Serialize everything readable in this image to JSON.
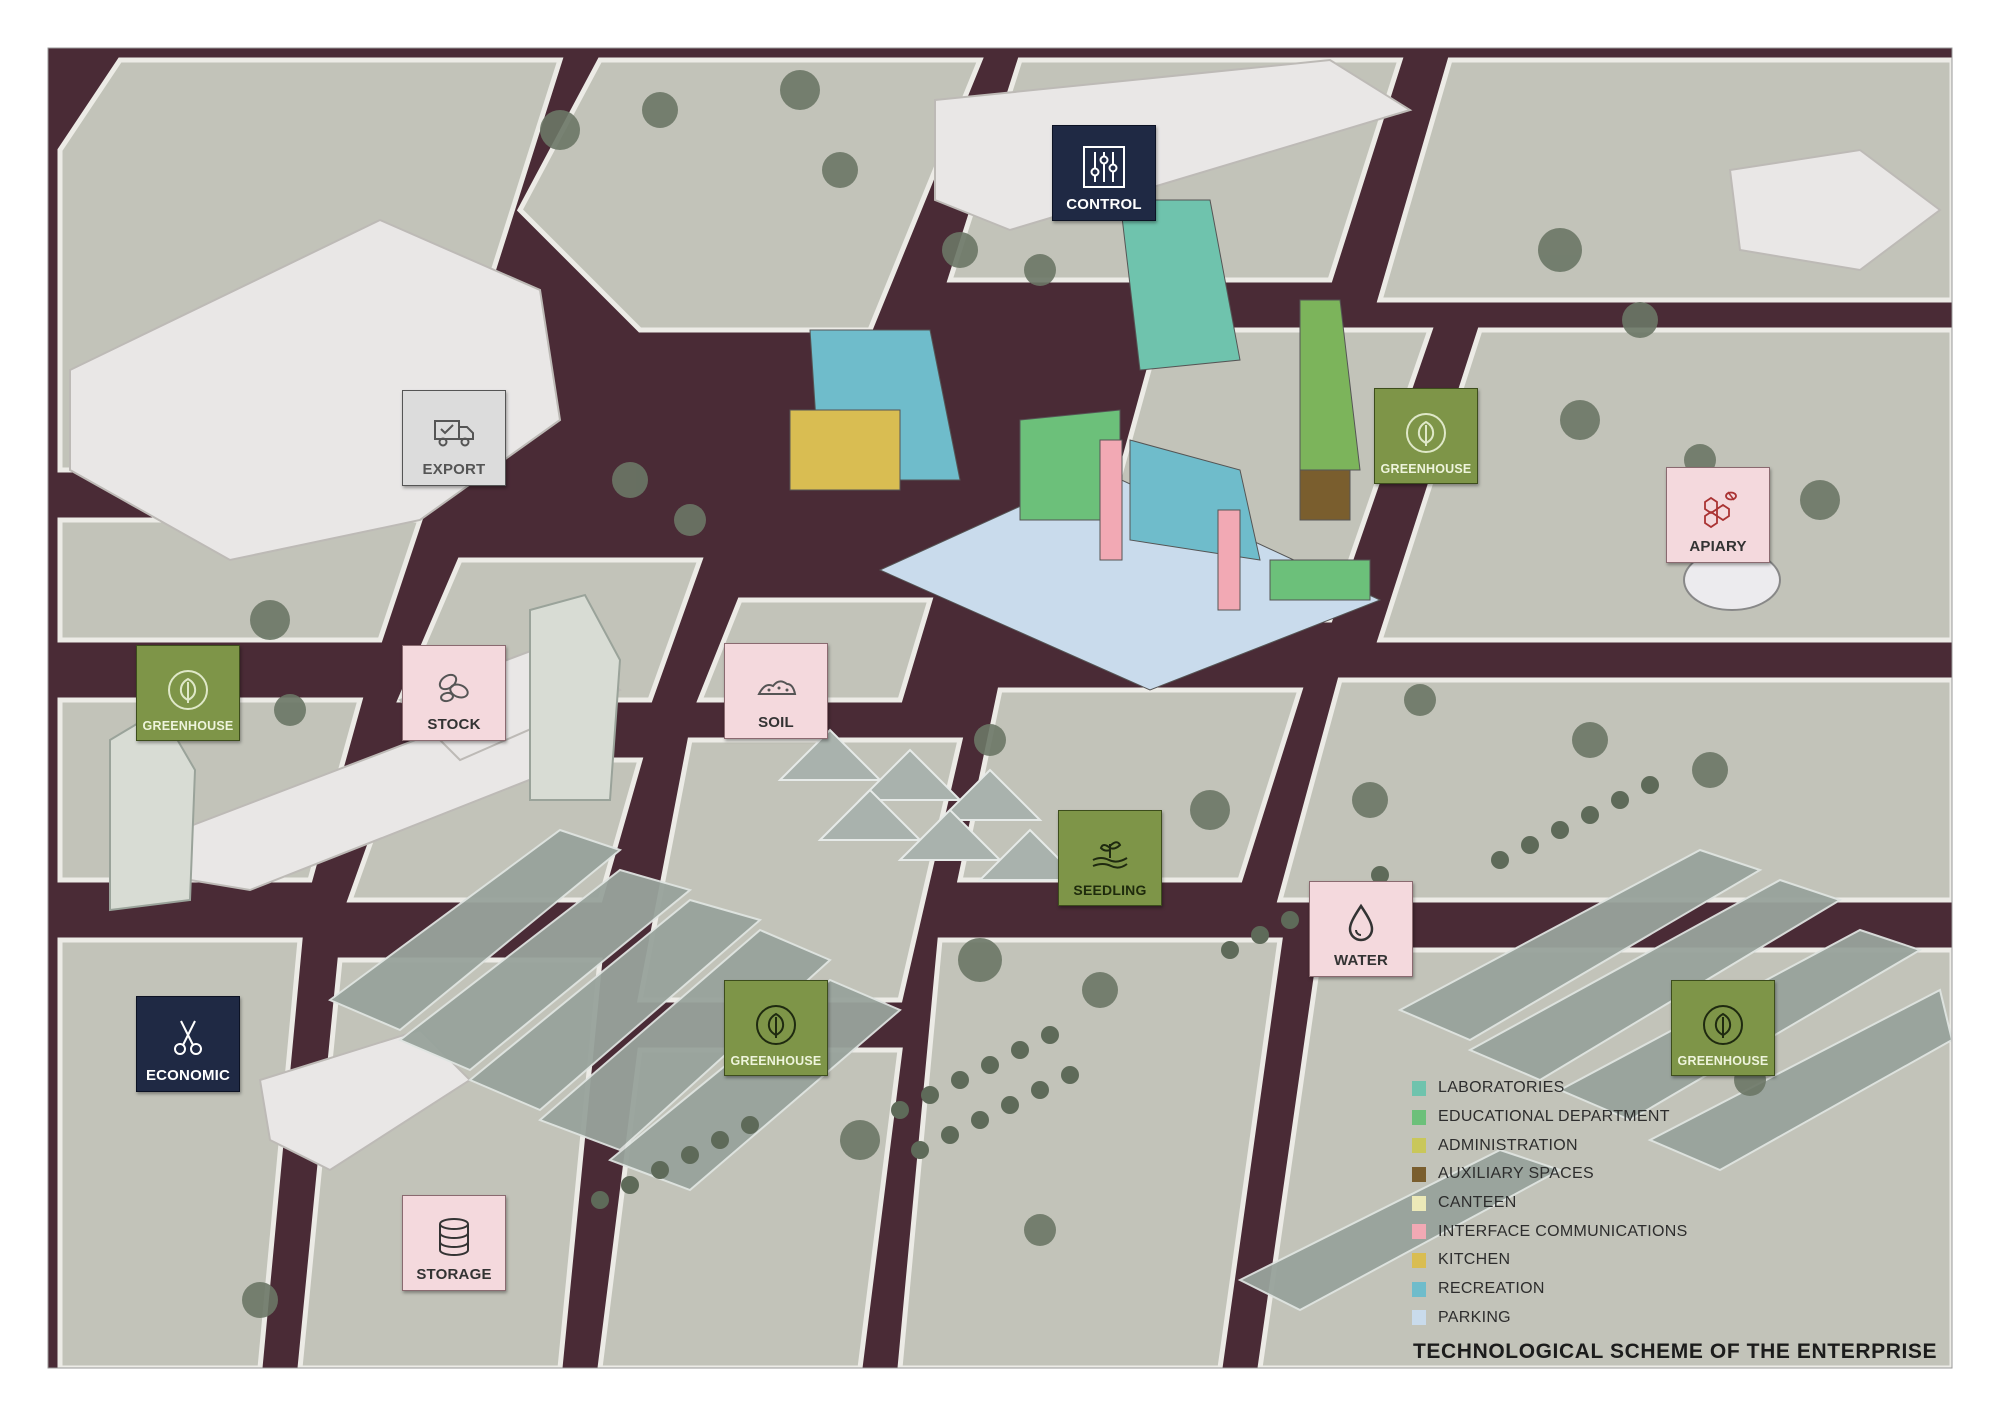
{
  "callouts": {
    "control": {
      "label": "CONTROL",
      "icon": "sliders-icon"
    },
    "export": {
      "label": "EXPORT",
      "icon": "delivery-truck-icon"
    },
    "greenhouse_tower": {
      "label": "GREENHOUSE",
      "icon": "leaf-icon"
    },
    "apiary": {
      "label": "APIARY",
      "icon": "honeycomb-bee-icon"
    },
    "greenhouse_left": {
      "label": "GREENHOUSE",
      "icon": "leaf-icon"
    },
    "stock": {
      "label": "STOCK",
      "icon": "seeds-icon"
    },
    "soil": {
      "label": "SOIL",
      "icon": "soil-icon"
    },
    "seedling": {
      "label": "SEEDLING",
      "icon": "hands-sprout-icon"
    },
    "water": {
      "label": "WATER",
      "icon": "water-drop-icon"
    },
    "economic": {
      "label": "ECONOMIC",
      "icon": "scissors-icon"
    },
    "greenhouse_center": {
      "label": "GREENHOUSE",
      "icon": "leaf-icon"
    },
    "greenhouse_right": {
      "label": "GREENHOUSE",
      "icon": "leaf-icon"
    },
    "storage": {
      "label": "STORAGE",
      "icon": "database-icon"
    }
  },
  "legend": [
    {
      "label": "LABORATORIES",
      "color": "#6fc3ad"
    },
    {
      "label": "EDUCATIONAL DEPARTMENT",
      "color": "#6cc07a"
    },
    {
      "label": "ADMINISTRATION",
      "color": "#c9c75a"
    },
    {
      "label": "AUXILIARY SPACES",
      "color": "#7a5e2e"
    },
    {
      "label": "CANTEEN",
      "color": "#ece9b8"
    },
    {
      "label": "INTERFACE COMMUNICATIONS",
      "color": "#f2a9b4"
    },
    {
      "label": "KITCHEN",
      "color": "#d9bd52"
    },
    {
      "label": "RECREATION",
      "color": "#6fbccb"
    },
    {
      "label": "PARKING",
      "color": "#c9dbec"
    }
  ],
  "caption": "TECHNOLOGICAL SCHEME OF THE ENTERPRISE",
  "colors": {
    "ground": "#bcbdb4",
    "block": "#c9cac1",
    "road": "#4a2b36",
    "road_edge": "#e3e2dc",
    "building": "#e9e7e6",
    "tree": "#6b7766",
    "greenhouse_roof": "#8e9a92"
  }
}
